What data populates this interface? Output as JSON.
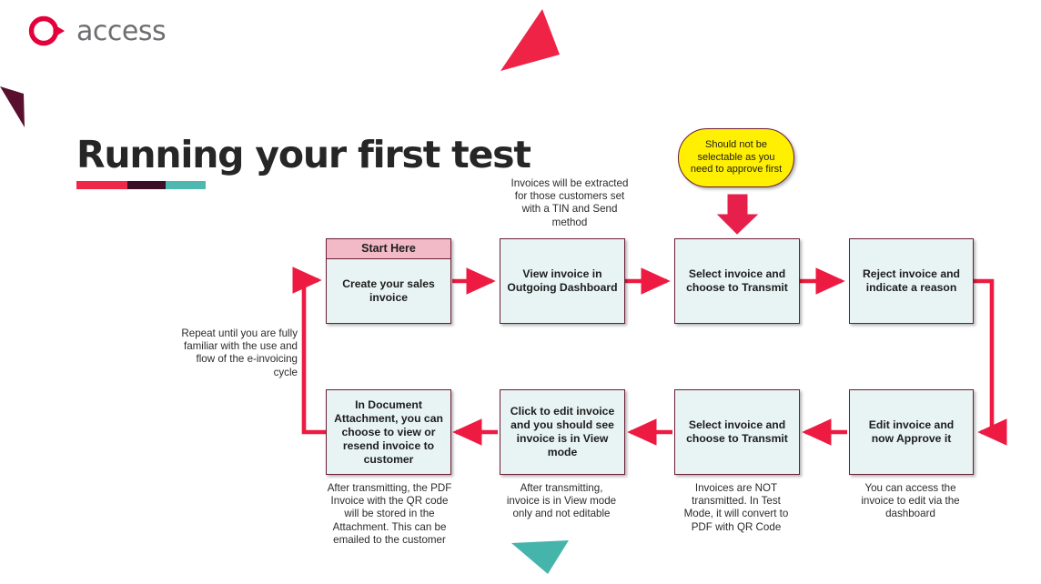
{
  "brand": {
    "logo_icon": "access-ring-logo-icon",
    "name": "access",
    "logo_color": "#e4003a",
    "text_color": "#6d6e71"
  },
  "title": "Running your first test",
  "accent_bar": {
    "segments": [
      {
        "name": "crimson",
        "color": "#ef2748",
        "width": 56
      },
      {
        "name": "maroon",
        "color": "#3d0f26",
        "width": 42
      },
      {
        "name": "teal",
        "color": "#4cb8b0",
        "width": 44
      }
    ]
  },
  "decor": {
    "triangle_maroon_color": "#5a0f2e",
    "triangle_red_color": "#ee2346",
    "triangle_teal_color": "#45b5ac"
  },
  "colors": {
    "box_fill": "#e8f3f3",
    "box_border": "#6b1d37",
    "start_header_fill": "#f2b9c6",
    "arrow": "#ed1b41",
    "callout_fill": "#ffef00"
  },
  "callout": {
    "text": "Should not be selectable as you need to approve first"
  },
  "flow": {
    "start_label": "Start Here",
    "top_row": [
      {
        "id": "create-invoice",
        "header": "Start Here",
        "text": "Create your sales invoice"
      },
      {
        "id": "view-invoice",
        "header": null,
        "text": "View invoice in Outgoing Dashboard"
      },
      {
        "id": "select-transmit",
        "header": null,
        "text": "Select invoice and choose to Transmit"
      },
      {
        "id": "reject-invoice",
        "header": null,
        "text": "Reject invoice and indicate a reason"
      }
    ],
    "bottom_row": [
      {
        "id": "document-attachment",
        "text": "In Document Attachment, you can choose to view or resend invoice to customer"
      },
      {
        "id": "click-edit-invoice",
        "text": "Click to edit invoice and you should see invoice is in View mode"
      },
      {
        "id": "select-transmit-2",
        "text": "Select invoice and choose to Transmit"
      },
      {
        "id": "edit-approve",
        "text": "Edit invoice and now Approve it"
      }
    ]
  },
  "notes": {
    "above_view_invoice": "Invoices will be extracted for those customers set with a TIN and Send method",
    "loop_repeat": "Repeat until you are fully familiar with the use and flow of the e-invoicing cycle",
    "under_document_attachment": "After transmitting, the PDF Invoice with the QR code will be stored in the Attachment. This can be emailed to the customer",
    "under_click_edit": "After transmitting, invoice is in View mode only and not editable",
    "under_select_transmit_2": "Invoices are NOT transmitted. In Test Mode, it will convert to PDF with QR Code",
    "under_edit_approve": "You can access the invoice to edit via the dashboard"
  }
}
